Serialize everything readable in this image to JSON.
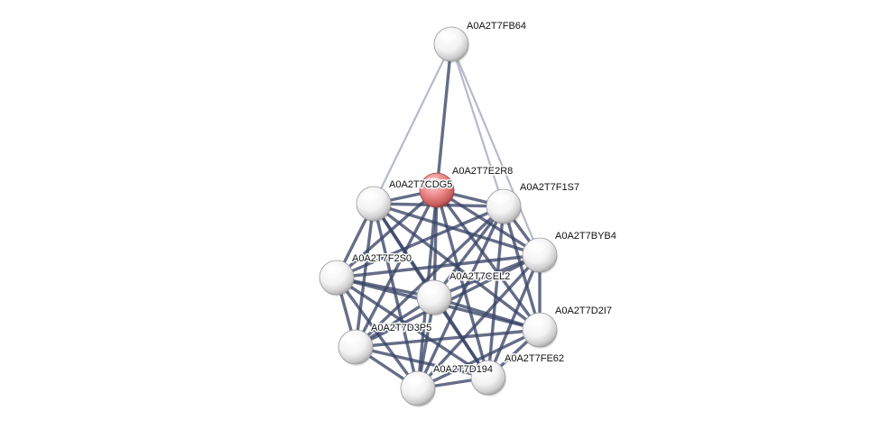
{
  "network": {
    "nodes": [
      {
        "id": "A0A2T7FB64",
        "label": "A0A2T7FB64",
        "query": false
      },
      {
        "id": "A0A2T7E2R8",
        "label": "A0A2T7E2R8",
        "query": true
      },
      {
        "id": "A0A2T7CDG5",
        "label": "A0A2T7CDG5",
        "query": false
      },
      {
        "id": "A0A2T7F1S7",
        "label": "A0A2T7F1S7",
        "query": false
      },
      {
        "id": "A0A2T7BYB4",
        "label": "A0A2T7BYB4",
        "query": false
      },
      {
        "id": "A0A2T7F2S0",
        "label": "A0A2T7F2S0",
        "query": false
      },
      {
        "id": "A0A2T7CEL2",
        "label": "A0A2T7CEL2",
        "query": false
      },
      {
        "id": "A0A2T7D2I7",
        "label": "A0A2T7D2I7",
        "query": false
      },
      {
        "id": "A0A2T7D3P5",
        "label": "A0A2T7D3P5",
        "query": false
      },
      {
        "id": "A0A2T7FE62",
        "label": "A0A2T7FE62",
        "query": false
      },
      {
        "id": "A0A2T7D194",
        "label": "A0A2T7D194",
        "query": false
      }
    ],
    "colors": {
      "edge_strong": "#3a4466",
      "edge_weak": "#a9adc4",
      "node_default": "#f0f0f0",
      "node_query": "#e88585"
    }
  }
}
